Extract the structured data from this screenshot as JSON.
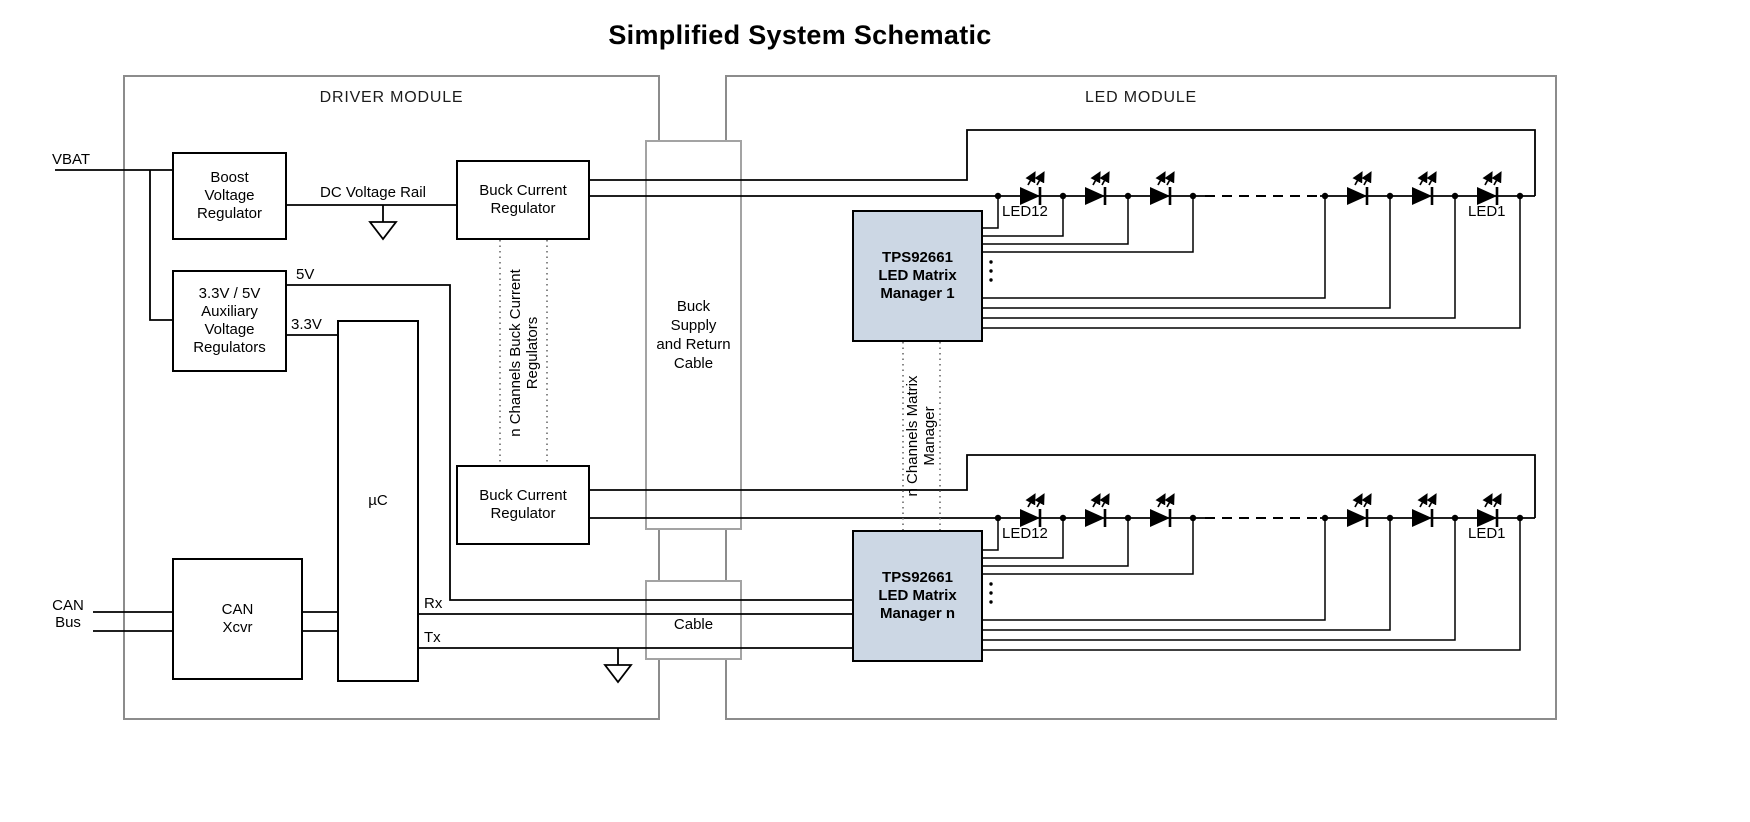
{
  "title": "Simplified System Schematic",
  "colors": {
    "manager_fill": "#ccd7e4",
    "module_border": "#8c8c8c",
    "cable_border": "#a3a3a3",
    "wire": "#000000"
  },
  "driver_module": {
    "label": "DRIVER MODULE",
    "boost_regulator": "Boost\nVoltage\nRegulator",
    "aux_regulators": "3.3V / 5V\nAuxiliary\nVoltage\nRegulators",
    "buck_regulator_top": "Buck Current\nRegulator",
    "buck_regulator_bottom": "Buck Current\nRegulator",
    "mcu": "µC",
    "can_xcvr": "CAN\nXcvr",
    "n_channels_note": "n Channels Buck Current\nRegulators",
    "labels": {
      "vbat": "VBAT",
      "dc_rail": "DC Voltage Rail",
      "v5": "5V",
      "v33": "3.3V",
      "rx": "Rx",
      "tx": "Tx",
      "can_bus": "CAN\nBus"
    }
  },
  "interconnect": {
    "buck_cable": "Buck\nSupply\nand Return\nCable",
    "signal_cable": "Cable"
  },
  "led_module": {
    "label": "LED MODULE",
    "manager_1": "TPS92661\nLED Matrix\nManager 1",
    "manager_n": "TPS92661\nLED Matrix\nManager n",
    "n_channels_note": "n Channels Matrix\nManager",
    "string_labels": {
      "led12": "LED12",
      "led1": "LED1"
    }
  },
  "icons": {
    "ground": "ground-symbol",
    "led": "led-with-emission-arrows"
  }
}
